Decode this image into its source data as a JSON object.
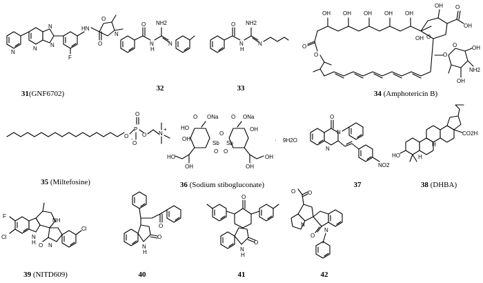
{
  "compounds": [
    {
      "id": "31",
      "name": "(GNF6702)",
      "atoms": {
        "f": "F",
        "o": "O",
        "n1": "N",
        "n2": "N",
        "n3": "N",
        "n4": "N",
        "n5": "N",
        "hn": "HN"
      }
    },
    {
      "id": "32",
      "name": "",
      "atoms": {
        "o": "O",
        "nh2": "NH2",
        "n": "N",
        "h": "H",
        "n2": "N"
      }
    },
    {
      "id": "33",
      "name": "",
      "atoms": {
        "o": "O",
        "nh2": "NH2",
        "n": "N",
        "h": "H",
        "n2": "N"
      }
    },
    {
      "id": "34",
      "name": " (Amphotericin B)",
      "atoms": {
        "oh": "OH",
        "o": "O",
        "oh2": "OH",
        "nh2": "NH2"
      }
    },
    {
      "id": "35",
      "name": " (Miltefosine)",
      "atoms": {
        "o": "O",
        "p": "P",
        "n": "N",
        "plus": "+",
        "minus": "-"
      }
    },
    {
      "id": "36",
      "name": " (Sodium stibogluconate)",
      "atoms": {
        "ona": "ONa",
        "oh": "OH",
        "ho": "HO",
        "sb": "Sb",
        "o": "O",
        "water": "9H2O",
        "dot": "·"
      }
    },
    {
      "id": "37",
      "name": "",
      "atoms": {
        "o": "O",
        "n": "N",
        "no2": "NO2"
      }
    },
    {
      "id": "38",
      "name": " (DHBA)",
      "atoms": {
        "ho": "HO",
        "co2h": "CO2H",
        "h": "H"
      }
    },
    {
      "id": "39",
      "name": " (NITD609)",
      "atoms": {
        "f": "F",
        "cl": "Cl",
        "nh": "NH",
        "o": "O",
        "n": "N",
        "h": "H"
      }
    },
    {
      "id": "40",
      "name": "",
      "atoms": {
        "o": "O",
        "n": "N",
        "h": "H"
      }
    },
    {
      "id": "41",
      "name": "",
      "atoms": {
        "o": "O",
        "n": "N",
        "h": "H"
      }
    },
    {
      "id": "42",
      "name": "",
      "atoms": {
        "o": "O",
        "n": "N"
      }
    }
  ]
}
